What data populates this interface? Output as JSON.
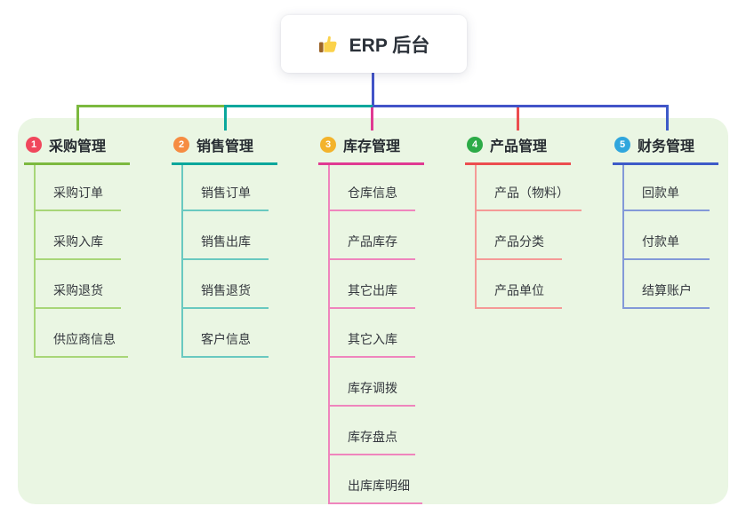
{
  "root": {
    "title": "ERP 后台",
    "icon": "thumbs-up-icon"
  },
  "colors": {
    "stem": "#4254c8",
    "panel_bg": "#eaf6e3",
    "card_bg": "#ffffff",
    "title_text": "#2b3139",
    "header_text": "#262b31",
    "child_text": "#34383e"
  },
  "branches": [
    {
      "badge": "1",
      "label": "采购管理",
      "badge_color": "#f0475c",
      "line_color": "#7cb93f",
      "child_line_color": "#a8d678",
      "children": [
        "采购订单",
        "采购入库",
        "采购退货",
        "供应商信息"
      ]
    },
    {
      "badge": "2",
      "label": "销售管理",
      "badge_color": "#f68c42",
      "line_color": "#0aa79c",
      "child_line_color": "#69c9c0",
      "children": [
        "销售订单",
        "销售出库",
        "销售退货",
        "客户信息"
      ]
    },
    {
      "badge": "3",
      "label": "库存管理",
      "badge_color": "#f3b32b",
      "line_color": "#e03a92",
      "child_line_color": "#ef85bd",
      "children": [
        "仓库信息",
        "产品库存",
        "其它出库",
        "其它入库",
        "库存调拨",
        "库存盘点",
        "出库库明细"
      ]
    },
    {
      "badge": "4",
      "label": "产品管理",
      "badge_color": "#2cab47",
      "line_color": "#ec4d4f",
      "child_line_color": "#f59a97",
      "children": [
        "产品（物料）",
        "产品分类",
        "产品单位"
      ]
    },
    {
      "badge": "5",
      "label": "财务管理",
      "badge_color": "#30a6dd",
      "line_color": "#3d5bc8",
      "child_line_color": "#8399d8",
      "children": [
        "回款单",
        "付款单",
        "结算账户"
      ]
    }
  ]
}
